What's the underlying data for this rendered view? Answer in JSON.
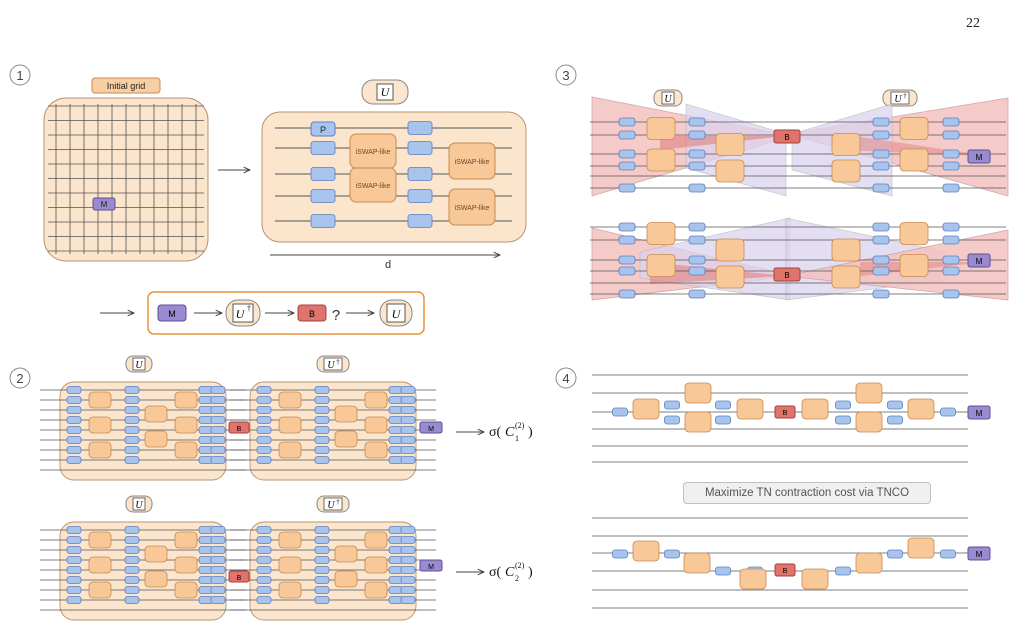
{
  "page": {
    "number": "22"
  },
  "panels": {
    "p1": {
      "label": "1",
      "grid_title": "Initial grid",
      "grid_marker": "M",
      "circuit_title": "U",
      "p_gate": "P",
      "gate_label": "iSWAP-like",
      "depth_label": "d",
      "sequence": {
        "m": "M",
        "udag": "U",
        "udag_sup": "†",
        "b": "B",
        "question": "?",
        "u": "U"
      }
    },
    "p2": {
      "label": "2",
      "u_label": "U",
      "udag_label": "U",
      "udag_sup": "†",
      "b": "B",
      "m": "M",
      "formula_1": {
        "sigma": "σ(",
        "letter": "C",
        "sup": "(2)",
        "sub": "1",
        "close": ")"
      },
      "formula_2": {
        "sigma": "σ(",
        "letter": "C",
        "sup": "(2)",
        "sub": "2",
        "close": ")"
      }
    },
    "p3": {
      "label": "3",
      "u_label": "U",
      "udag_label": "U",
      "udag_sup": "†",
      "b": "B",
      "m": "M"
    },
    "p4": {
      "label": "4",
      "b": "B",
      "m": "M",
      "tnco_text": "Maximize TN contraction cost via TNCO"
    }
  },
  "colors": {
    "gate_fill": "#f8c898",
    "gate_stroke": "#c98a4e",
    "small_gate_fill": "#a9c4ec",
    "small_gate_stroke": "#5b7fc0",
    "m_fill": "#9a8ad0",
    "b_fill": "#e0736b",
    "panel_fill": "#fbe5cd",
    "panel_stroke": "#b89270",
    "sequence_stroke": "#e8923a"
  }
}
